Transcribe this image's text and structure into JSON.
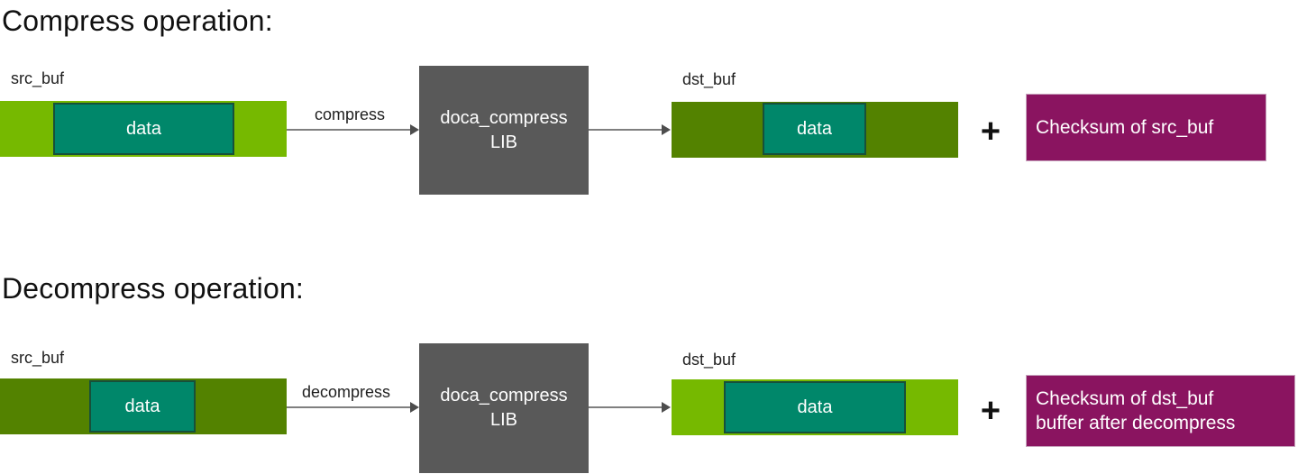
{
  "colors": {
    "light_green": "#76b900",
    "dark_green": "#538200",
    "teal": "#00876a",
    "teal_border": "#17503a",
    "lib_gray": "#595959",
    "magenta": "#8a1460",
    "magenta_border": "#c7a3bd",
    "arrow_line": "#7f7f7f",
    "arrow_head": "#4d4d4d",
    "text_dark": "#1a1a1a"
  },
  "compress": {
    "title": "Compress operation:",
    "src_buf_label": "src_buf",
    "src_data_label": "data",
    "arrow_label": "compress",
    "lib_line1": "doca_compress",
    "lib_line2": "LIB",
    "dst_buf_label": "dst_buf",
    "dst_data_label": "data",
    "plus": "+",
    "checksum_label": "Checksum of src_buf"
  },
  "decompress": {
    "title": "Decompress operation:",
    "src_buf_label": "src_buf",
    "src_data_label": "data",
    "arrow_label": "decompress",
    "lib_line1": "doca_compress",
    "lib_line2": "LIB",
    "dst_buf_label": "dst_buf",
    "dst_data_label": "data",
    "plus": "+",
    "checksum_label": "Checksum of dst_buf\nbuffer after decompress"
  }
}
